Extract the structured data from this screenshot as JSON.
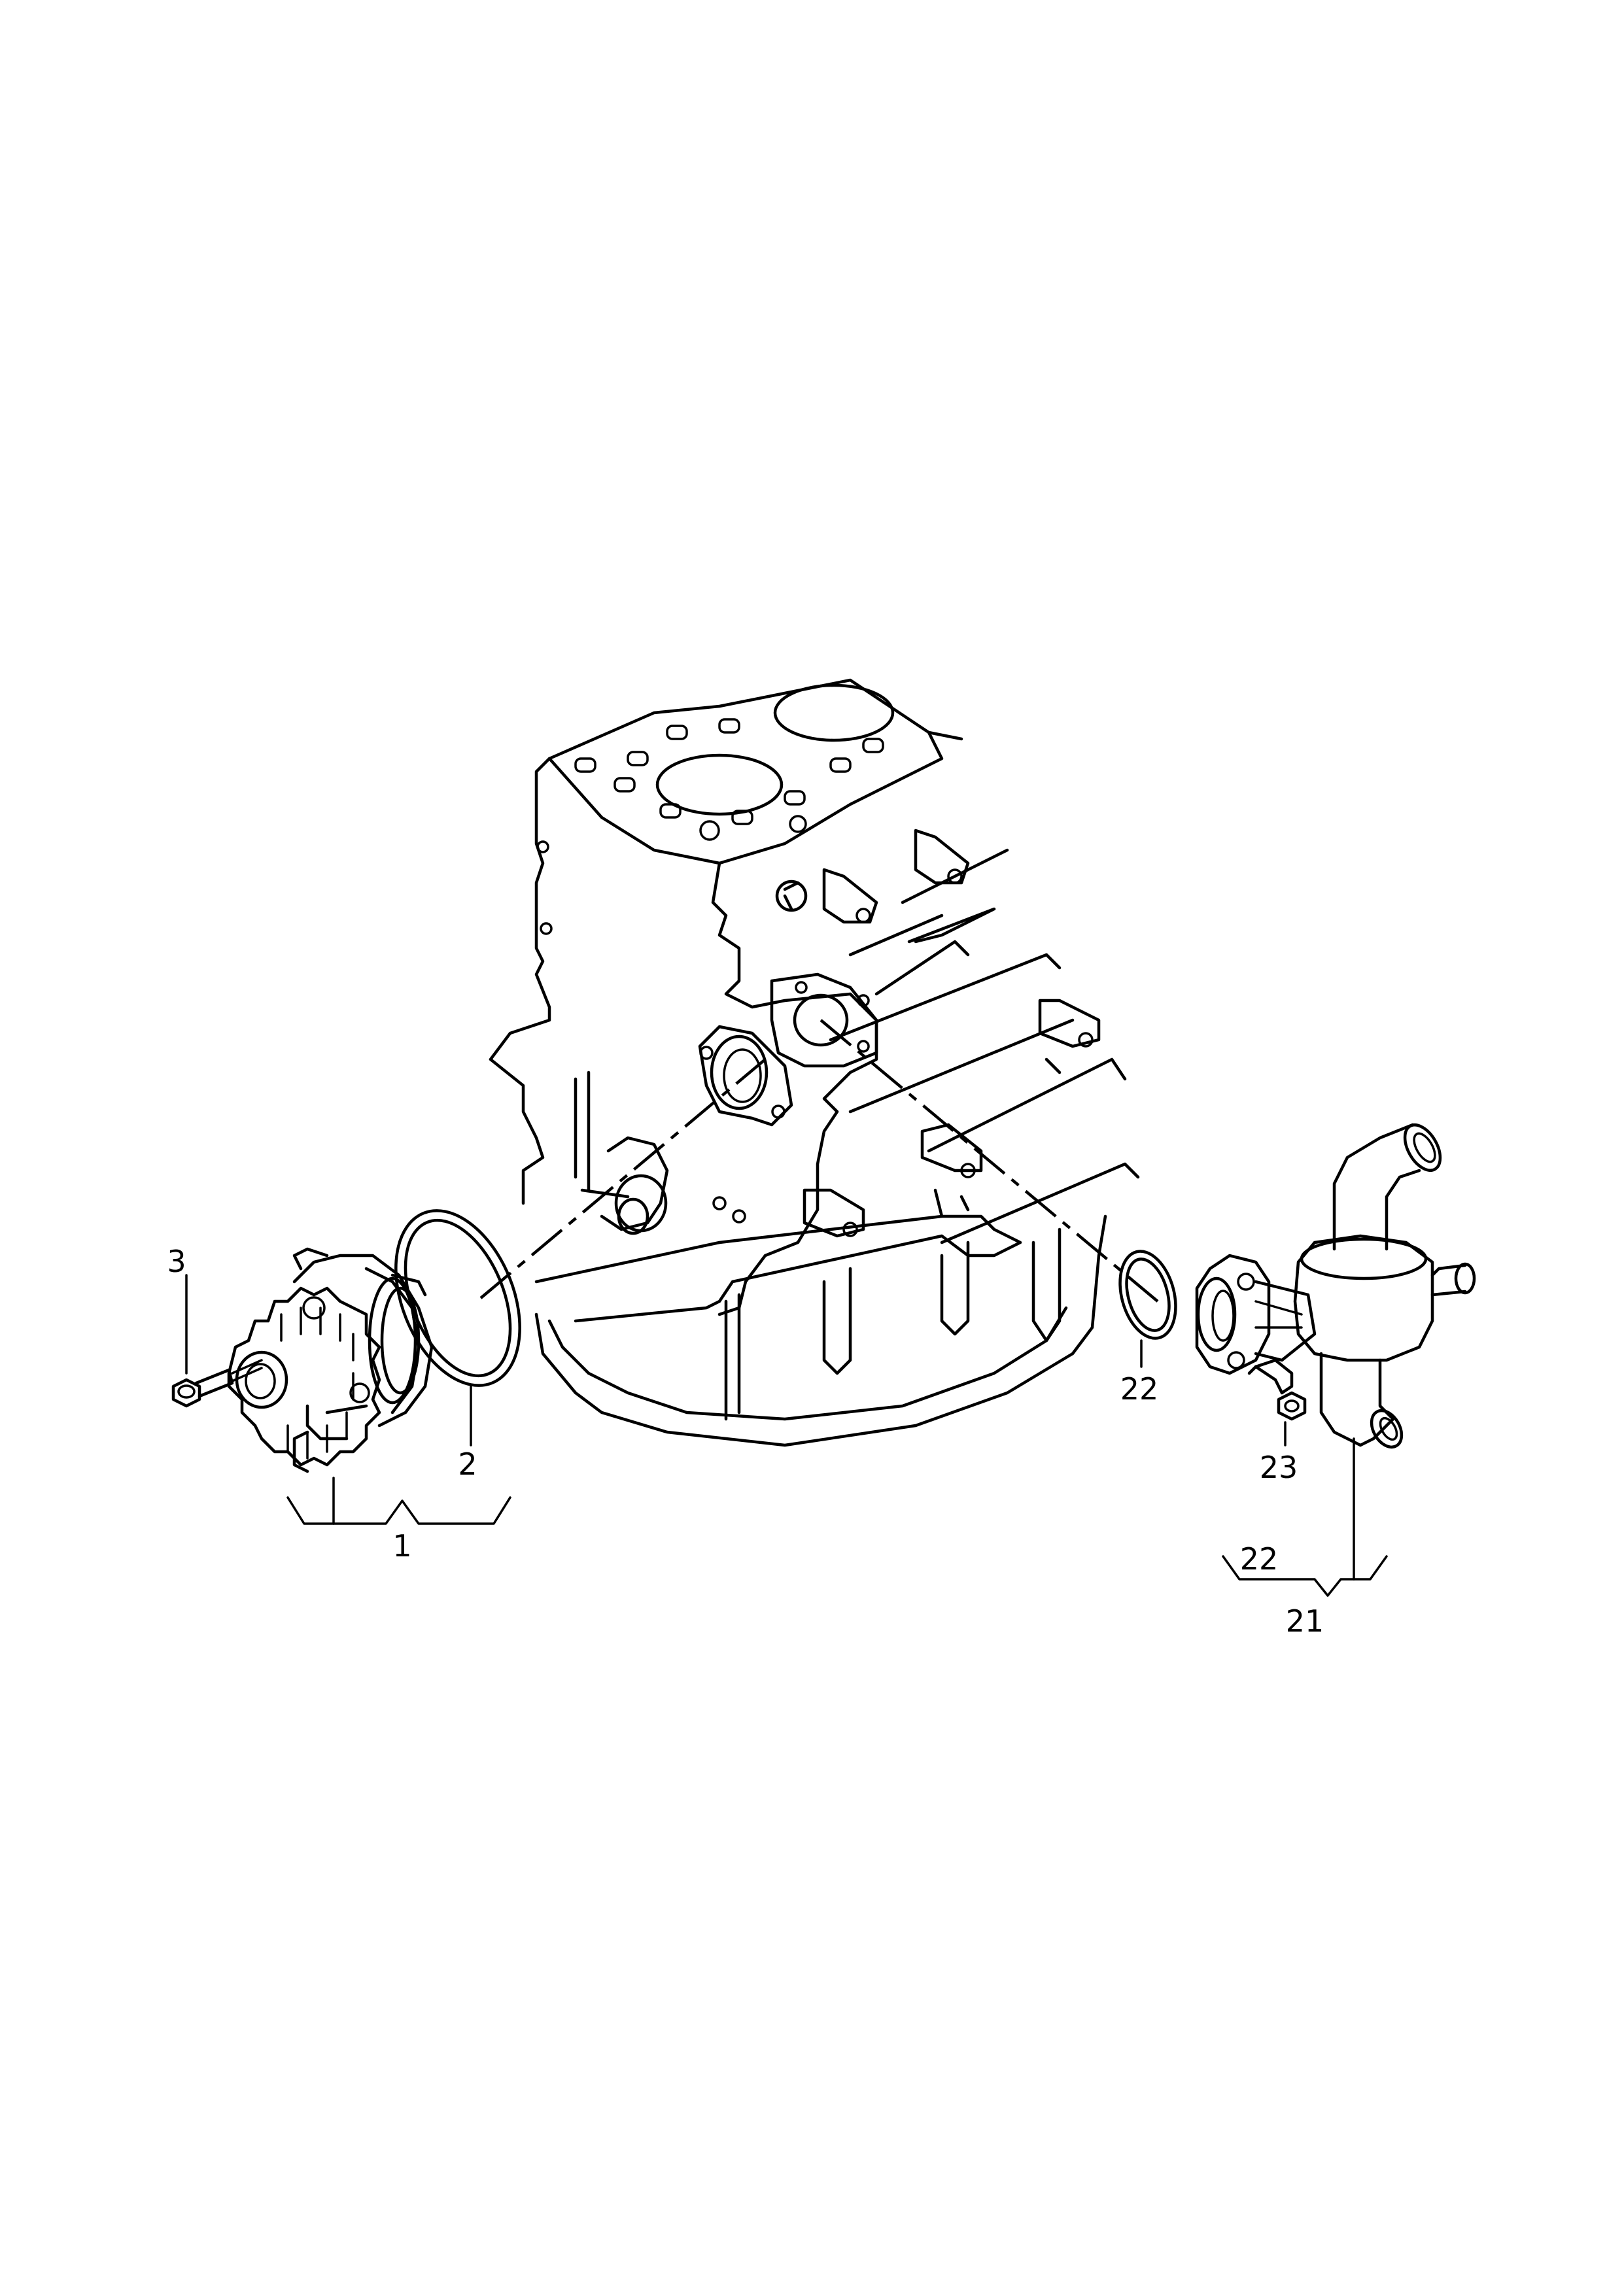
{
  "callouts": {
    "c1": "1",
    "c2": "2",
    "c3": "3",
    "c21": "21",
    "c22a": "22",
    "c22b": "22",
    "c23": "23"
  },
  "colors": {
    "line": "#000000",
    "background": "#ffffff"
  }
}
